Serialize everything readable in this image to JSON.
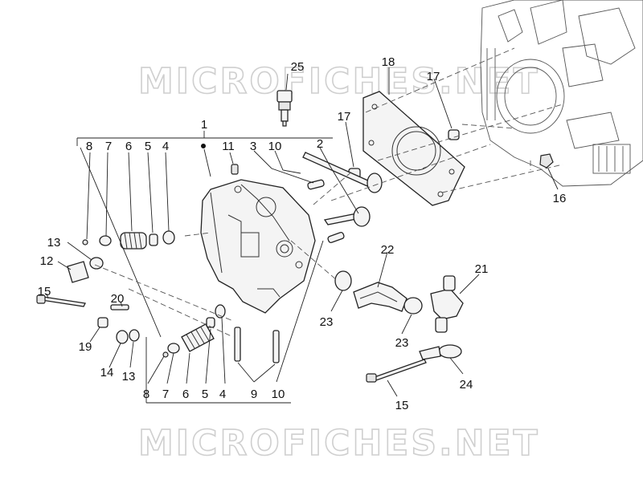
{
  "watermark": {
    "text": "MICROFICHES.NET"
  },
  "callouts": {
    "c1": "1",
    "c25": "25",
    "c18": "18",
    "c17a": "17",
    "c17b": "17",
    "c2": "2",
    "c3": "3",
    "c10a": "10",
    "c11": "11",
    "c8a": "8",
    "c7a": "7",
    "c6a": "6",
    "c5a": "5",
    "c4a": "4",
    "c13a": "13",
    "c12": "12",
    "c15a": "15",
    "c20": "20",
    "c19": "19",
    "c14": "14",
    "c13b": "13",
    "c8b": "8",
    "c7b": "7",
    "c6b": "6",
    "c5b": "5",
    "c4b": "4",
    "c9": "9",
    "c10b": "10",
    "c22": "22",
    "c21": "21",
    "c23a": "23",
    "c23b": "23",
    "c24": "24",
    "c15b": "15",
    "c16": "16"
  }
}
